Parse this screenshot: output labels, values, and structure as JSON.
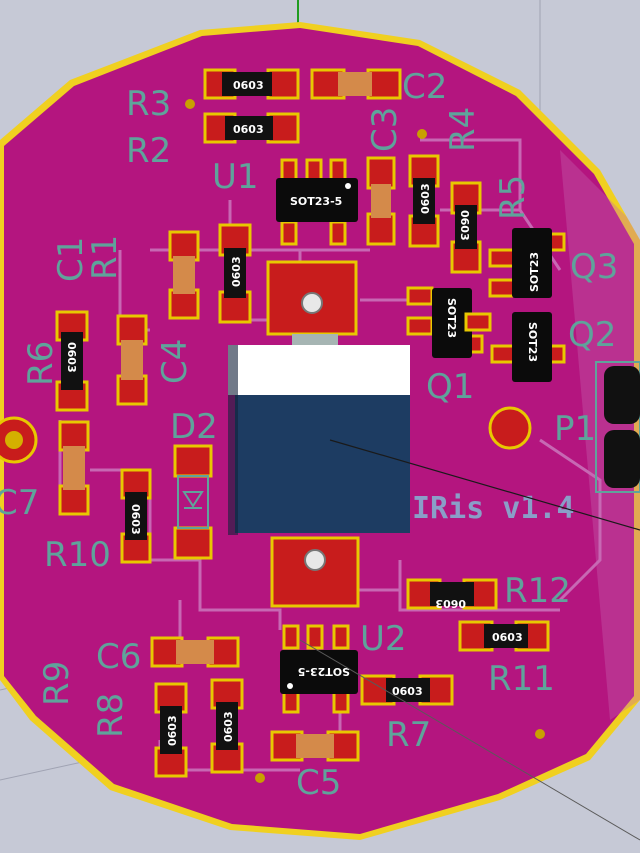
{
  "colors": {
    "background": "#c6c9d6",
    "board": "#b4157f",
    "board_edge": "#f0d020",
    "copper_pad": "#c81c1c",
    "pad_outline": "#e8c800",
    "track": "#c768b3",
    "silkscreen": "#5fa39b",
    "chip_body": "#0b0b0b",
    "regulator_body": "#1d3c62",
    "axis_green": "#1f9b1f"
  },
  "board": {
    "title": "IRis v1.4"
  },
  "designators": {
    "R1": "R1",
    "R2": "R2",
    "R3": "R3",
    "R4": "R4",
    "R5": "R5",
    "R6": "R6",
    "R7": "R7",
    "R8": "R8",
    "R9": "R9",
    "R10": "R10",
    "R11": "R11",
    "R12": "R12",
    "C1": "C1",
    "C2": "C2",
    "C3": "C3",
    "C4": "C4",
    "C5": "C5",
    "C6": "C6",
    "C7": "C7",
    "U1": "U1",
    "U2": "U2",
    "Q1": "Q1",
    "Q2": "Q2",
    "Q3": "Q3",
    "D2": "D2",
    "P1": "P1"
  },
  "package_labels": {
    "r3": "0603",
    "r2": "0603",
    "r4": "0603",
    "r5": "0603",
    "r1": "0603",
    "r6": "0603",
    "r10": "0603",
    "r12": "0603",
    "r11": "0603",
    "r7": "0603",
    "r9": "0603",
    "r8": "0603",
    "u1": "SOT23-5",
    "u2": "SOT23-5",
    "q1": "SOT23",
    "q2": "SOT23",
    "q3": "SOT23"
  }
}
